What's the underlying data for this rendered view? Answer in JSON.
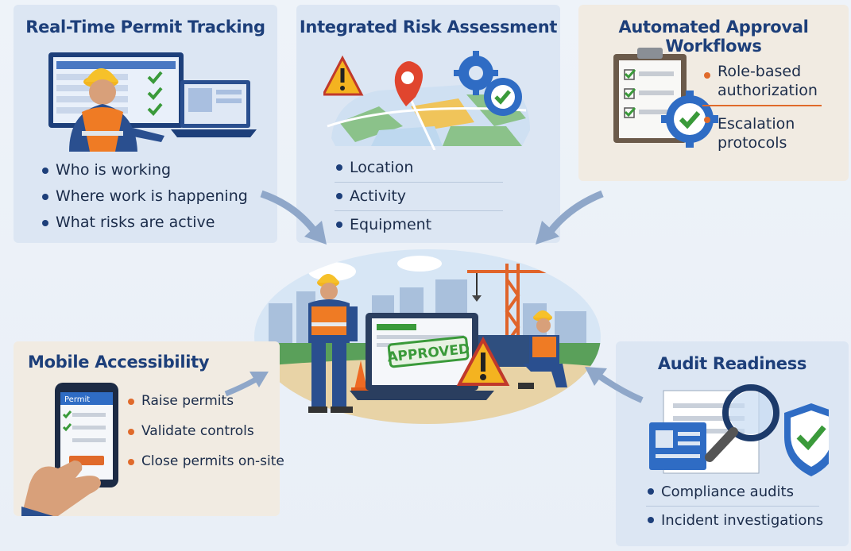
{
  "panels": {
    "tracking": {
      "title": "Real-Time Permit Tracking",
      "items": [
        "Who is working",
        "Where work is happening",
        "What risks are active"
      ]
    },
    "risk": {
      "title": "Integrated Risk Assessment",
      "items": [
        "Location",
        "Activity",
        "Equipment"
      ]
    },
    "approval": {
      "title": "Automated Approval Workflows",
      "items": [
        "Role-based authorization",
        "Escalation protocols"
      ]
    },
    "mobile": {
      "title": "Mobile Accessibility",
      "items": [
        "Raise permits",
        "Validate controls",
        "Close permits on-site"
      ],
      "phone_header": "Permit"
    },
    "audit": {
      "title": "Audit Readiness",
      "items": [
        "Compliance audits",
        "Incident investigations"
      ]
    },
    "center": {
      "stamp": "APPROVED"
    }
  },
  "colors": {
    "title": "#1d3f7a",
    "panel_blue": "#dce6f3",
    "panel_tan": "#f1ebe2",
    "accent_orange": "#e06a2b",
    "check_green": "#3a9a3a"
  },
  "icons": [
    "monitor-icon",
    "map-pin-icon",
    "warning-icon",
    "gear-icon",
    "clipboard-icon",
    "check-badge-icon",
    "phone-icon",
    "magnifier-icon",
    "shield-check-icon",
    "laptop-icon",
    "crane-icon"
  ]
}
